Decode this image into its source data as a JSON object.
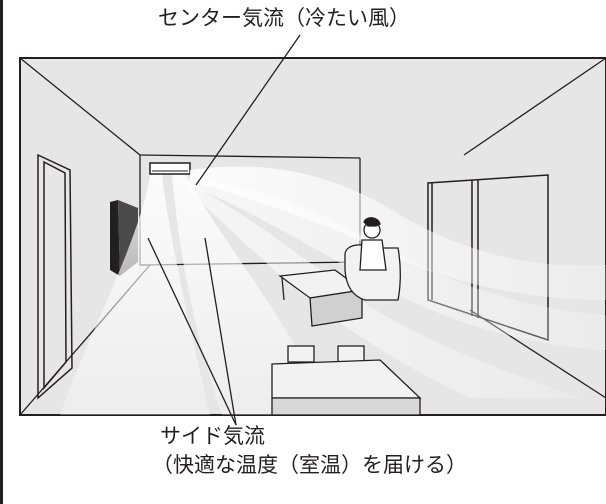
{
  "labels": {
    "center_airflow": "センター気流（冷たい風）",
    "side_airflow": "サイド気流",
    "side_airflow_detail": "（快適な温度（室温）を届ける）"
  },
  "colors": {
    "room_fill": "#e6e6e6",
    "line": "#231f20",
    "airflow": "#ffffff"
  }
}
